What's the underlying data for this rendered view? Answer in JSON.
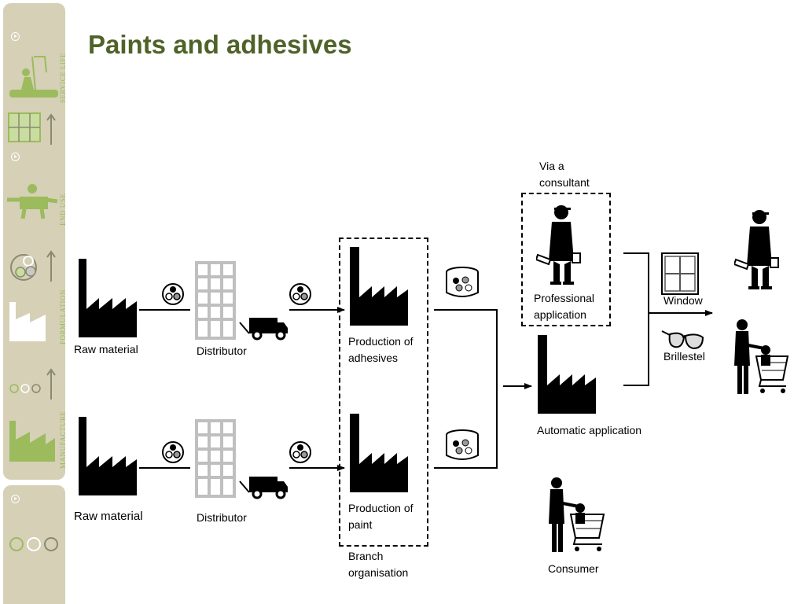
{
  "slide": {
    "title": "Paints and adhesives",
    "sidebar_labels": [
      "SERVICE LIFE",
      "END USE",
      "FORMULATION",
      "MANUFACTURE"
    ]
  },
  "diagram": {
    "nodes": {
      "raw_material_top": "Raw material",
      "distributor_top": "Distributor",
      "production_adhesives": "Production of adhesives",
      "raw_material_bottom": "Raw material",
      "distributor_bottom": "Distributor",
      "production_paint": "Production of paint",
      "branch_organisation": "Branch organisation",
      "via_consultant": "Via a consultant",
      "professional_application": "Professional application",
      "automatic_application": "Automatic application",
      "window": "Window",
      "brillestel": "Brillestel",
      "consumer": "Consumer"
    }
  },
  "colors": {
    "title": "#4f6228",
    "sidebar_bg": "#d5d0b6",
    "sidebar_accent": "#9cbb5d",
    "building": "#bfbfbf",
    "ink": "#000000"
  }
}
